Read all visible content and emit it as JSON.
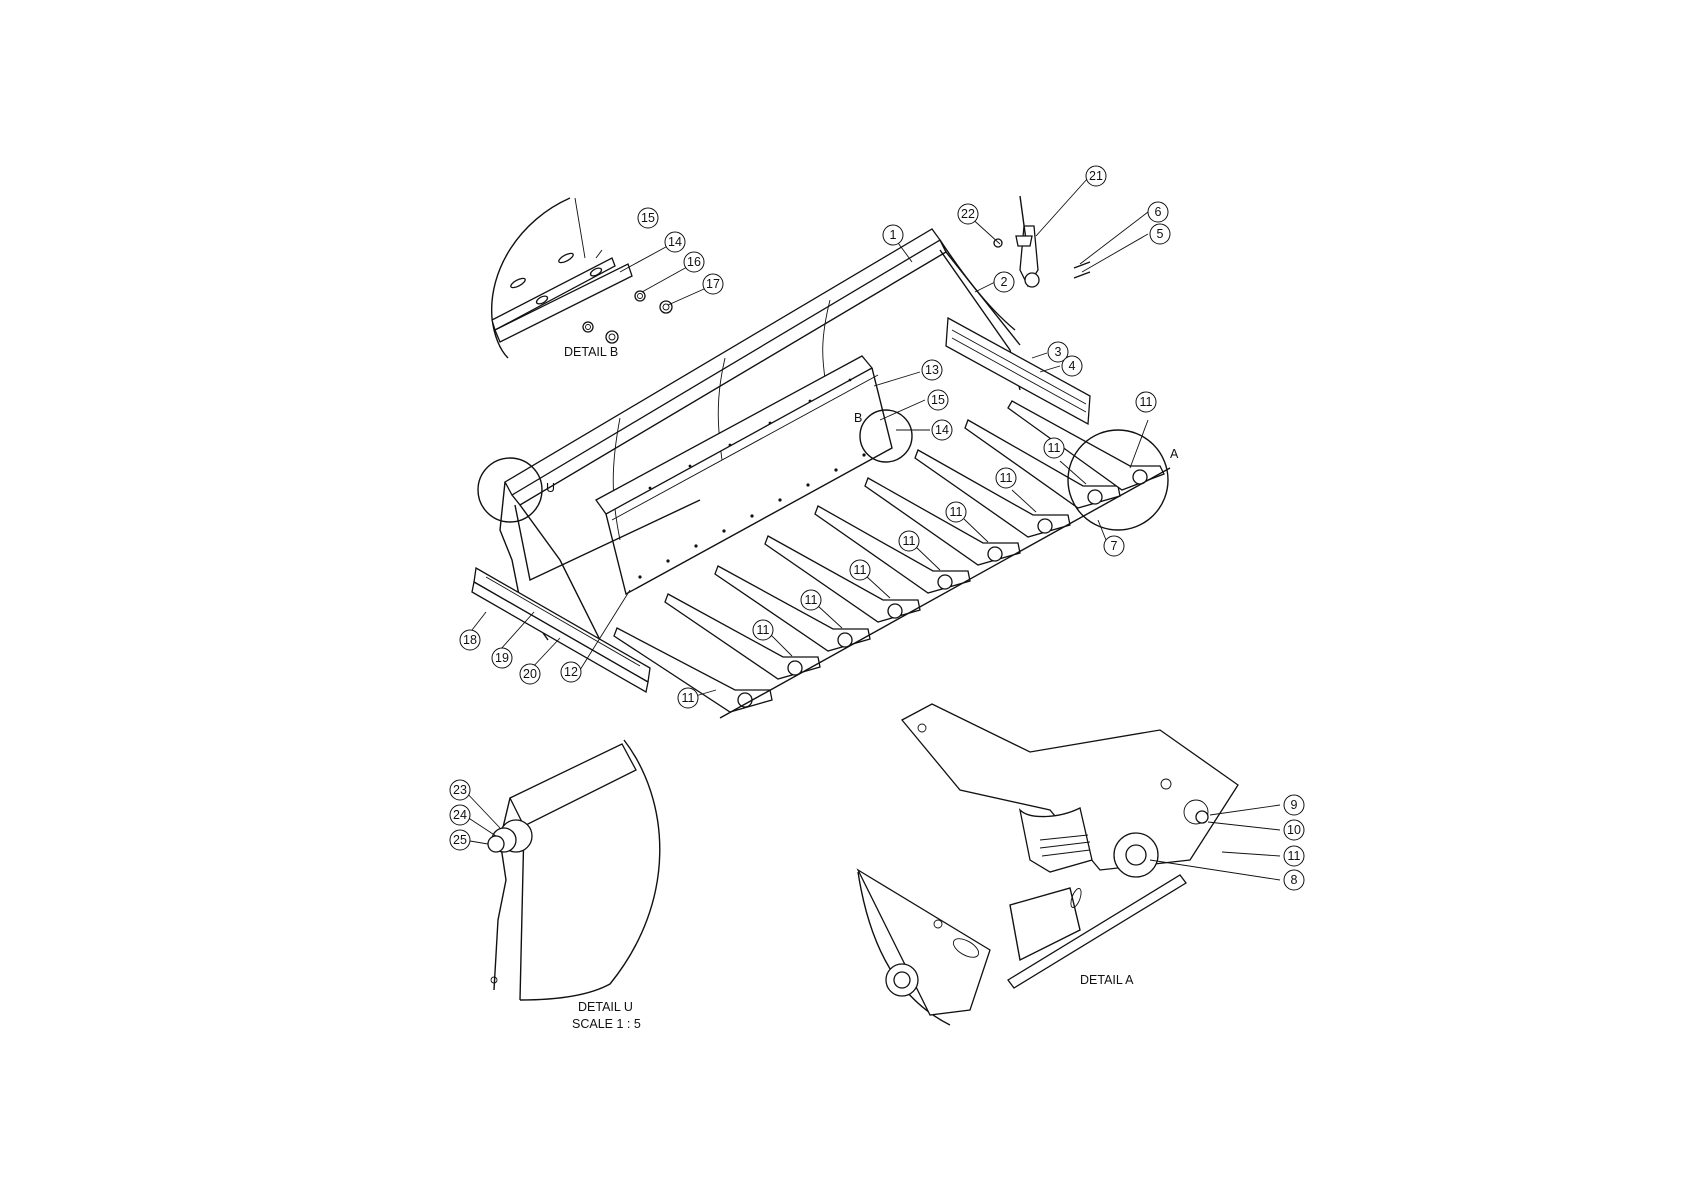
{
  "balloons": [
    {
      "n": "1"
    },
    {
      "n": "2"
    },
    {
      "n": "3"
    },
    {
      "n": "4"
    },
    {
      "n": "5"
    },
    {
      "n": "6"
    },
    {
      "n": "7"
    },
    {
      "n": "8"
    },
    {
      "n": "9"
    },
    {
      "n": "10"
    },
    {
      "n": "11"
    },
    {
      "n": "12"
    },
    {
      "n": "13"
    },
    {
      "n": "14"
    },
    {
      "n": "15"
    },
    {
      "n": "16"
    },
    {
      "n": "17"
    },
    {
      "n": "18"
    },
    {
      "n": "19"
    },
    {
      "n": "20"
    },
    {
      "n": "21"
    },
    {
      "n": "22"
    },
    {
      "n": "23"
    },
    {
      "n": "24"
    },
    {
      "n": "25"
    }
  ],
  "labels": {
    "detail_b": "DETAIL B",
    "detail_a": "DETAIL A",
    "detail_u": "DETAIL U",
    "detail_u_scale": "SCALE 1 : 5",
    "marker_u": "U",
    "marker_b": "B",
    "marker_a": "A"
  }
}
